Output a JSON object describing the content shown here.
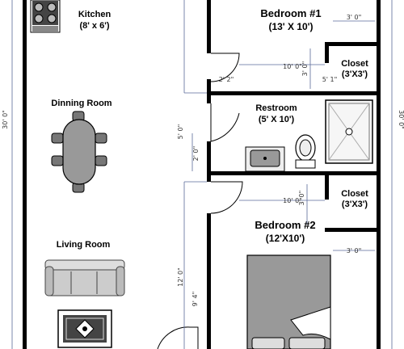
{
  "rooms": {
    "kitchen": {
      "name": "Kitchen",
      "size": "(8' x 6')"
    },
    "dining": {
      "name": "Dinning Room"
    },
    "living": {
      "name": "Living Room"
    },
    "bedroom1": {
      "name": "Bedroom #1",
      "size": "(13' X 10')"
    },
    "closet1": {
      "name": "Closet",
      "size": "(3'X3')"
    },
    "restroom": {
      "name": "Restroom",
      "size": "(5' X 10')"
    },
    "closet2": {
      "name": "Closet",
      "size": "(3'X3')"
    },
    "bedroom2": {
      "name": "Bedroom #2",
      "size": "(12'X10')"
    }
  },
  "dimensions": {
    "left_total": "30' 0\"",
    "right_total": "30' 0\"",
    "closet1_width": "3' 0\"",
    "closet1_depth": "3' 0\"",
    "bedroom1_depth": "10' 0\"",
    "door1": "2' 2\"",
    "closet1_door": "5' 1\"",
    "restroom_height": "5' 0\"",
    "restroom_door": "2' 0\"",
    "bedroom2_depth": "10' 0\"",
    "closet2_height": "3' 0\"",
    "closet2_width": "3' 0\"",
    "lower_height": "12' 0\"",
    "lower_height2": "9' 4\""
  }
}
